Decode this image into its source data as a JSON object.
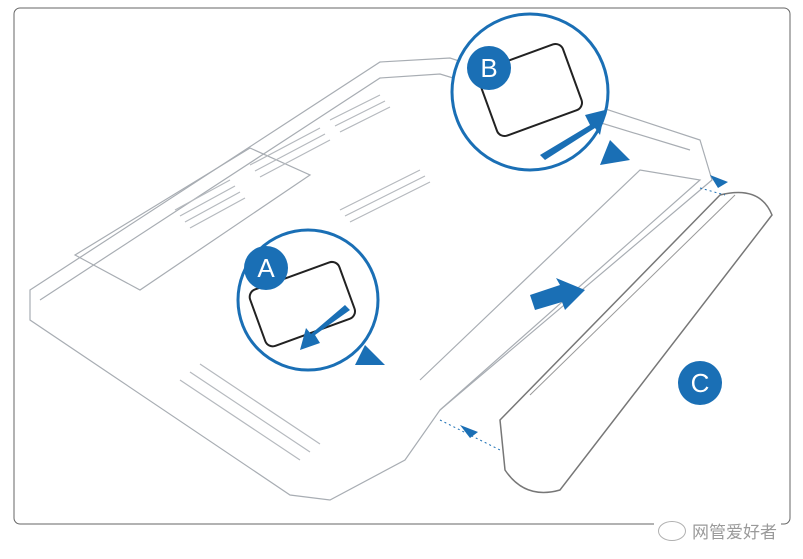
{
  "labels": {
    "a": "A",
    "b": "B",
    "c": "C"
  },
  "watermark": "网管爱好者",
  "colors": {
    "accent": "#1a6fb5",
    "line": "#9aa0a6",
    "frame": "#555555"
  }
}
